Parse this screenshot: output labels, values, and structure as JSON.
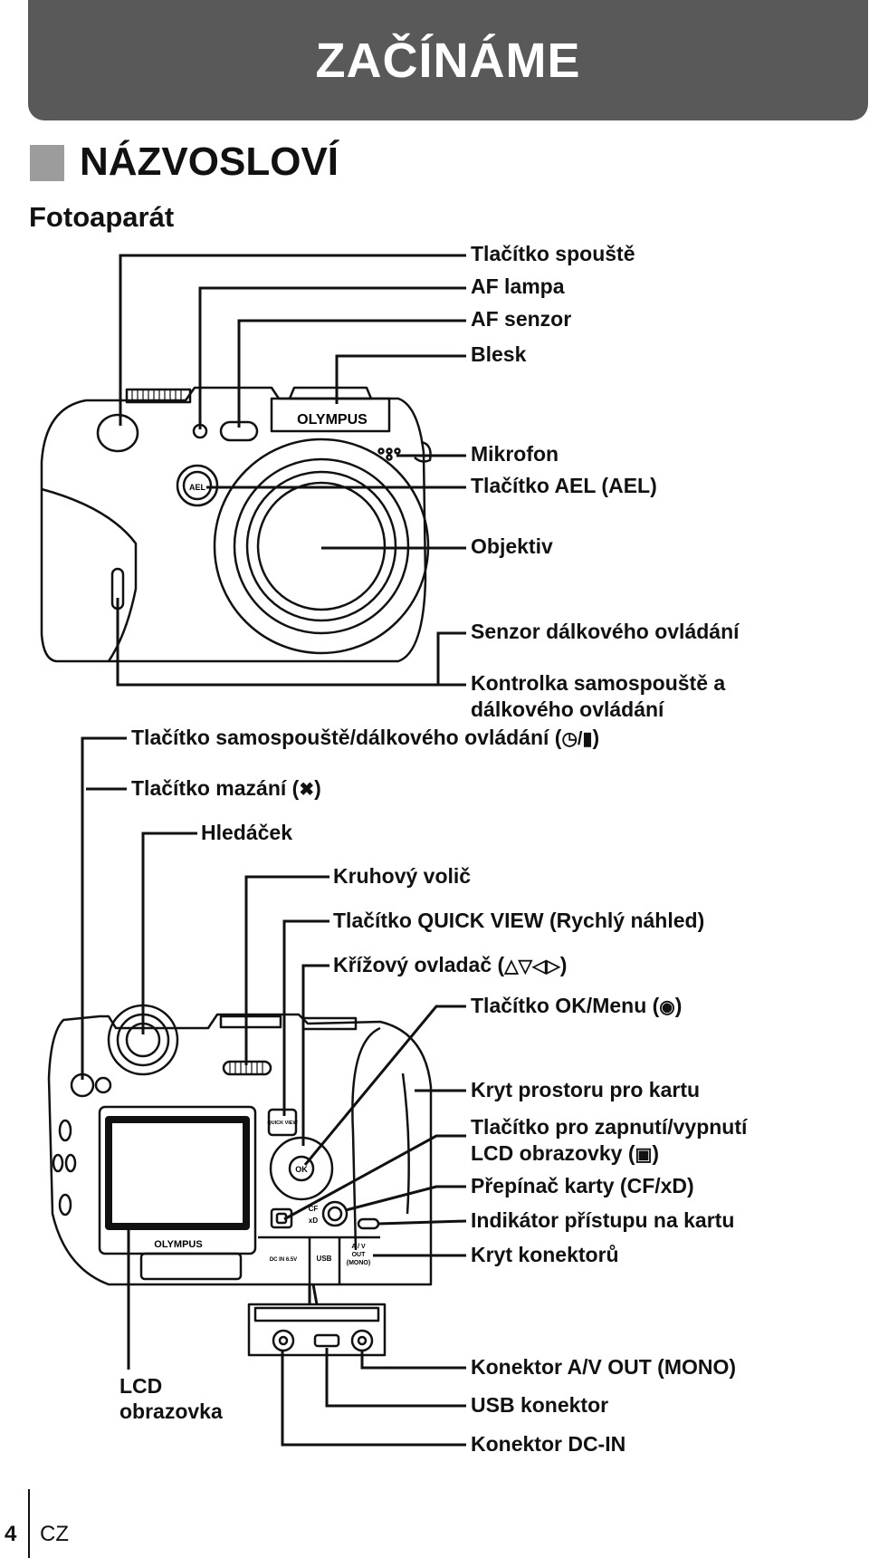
{
  "header": {
    "title": "ZAČÍNÁME"
  },
  "section": {
    "title": "NÁZVOSLOVÍ"
  },
  "subsection": {
    "title": "Fotoaparát"
  },
  "camera_marks": {
    "brand_front": "OLYMPUS",
    "brand_lcd": "OLYMPUS",
    "ael": "AEL",
    "quick_view": "QUICK VIEW",
    "ok": "OK",
    "cf": "CF",
    "xd": "xD",
    "dc_in": "DC IN 6.5V",
    "usb": "USB",
    "av_out_1": "A / V",
    "av_out_2": "OUT",
    "av_out_3": "(MONO)"
  },
  "labels": {
    "shutter": "Tlačítko spouště",
    "af_lamp": "AF lampa",
    "af_sensor": "AF senzor",
    "flash": "Blesk",
    "mic": "Mikrofon",
    "ael_button": "Tlačítko AEL (AEL)",
    "lens": "Objektiv",
    "remote_sensor": "Senzor dálkového ovládání",
    "selftimer_lamp_1": "Kontrolka samospouště a",
    "selftimer_lamp_2": "dálkového ovládání",
    "selftimer_button": "Tlačítko samospouště/dálkového ovládání (",
    "erase_button": "Tlačítko mazání (",
    "viewfinder": "Hledáček",
    "mode_dial": "Kruhový volič",
    "quick_view_button": "Tlačítko QUICK VIEW (Rychlý náhled)",
    "arrow_pad": "Křížový ovladač (",
    "ok_menu": "Tlačítko OK/Menu (",
    "card_cover": "Kryt prostoru pro kartu",
    "lcd_button_1": "Tlačítko pro zapnutí/vypnutí",
    "lcd_button_2": "LCD obrazovky (",
    "card_switch": "Přepínač karty (CF/xD)",
    "card_access": "Indikátor přístupu na kartu",
    "connector_cover": "Kryt konektorů",
    "lcd_1": "LCD",
    "lcd_2": "obrazovka",
    "av_out": "Konektor A/V OUT (MONO)",
    "usb": "USB konektor",
    "dc_in": "Konektor DC-IN",
    "close_paren": ")"
  },
  "footer": {
    "page": "4",
    "lang": "CZ"
  },
  "icons": [
    "selftimer-remote-icon",
    "erase-icon",
    "arrow-pad-icons",
    "ok-menu-icon",
    "lcd-monitor-icon"
  ]
}
